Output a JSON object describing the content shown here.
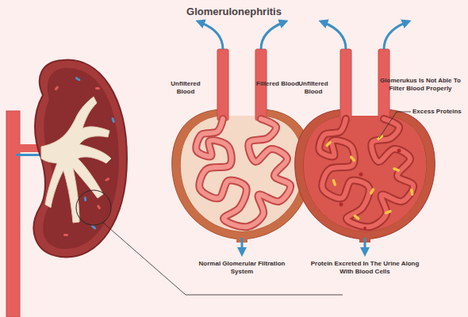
{
  "diagram": {
    "title": "Glomerulonephritis",
    "labels": [
      "Unfiltered Blood",
      "Filtered Blood",
      "Unfiltered Blood",
      "Glomerukus Is Not Able To Filter Blood Properly",
      "Excess Proteins",
      "Normal Glomerular Filtration System",
      "Protein Excreted In The Urine Along With Blood Cells"
    ]
  }
}
